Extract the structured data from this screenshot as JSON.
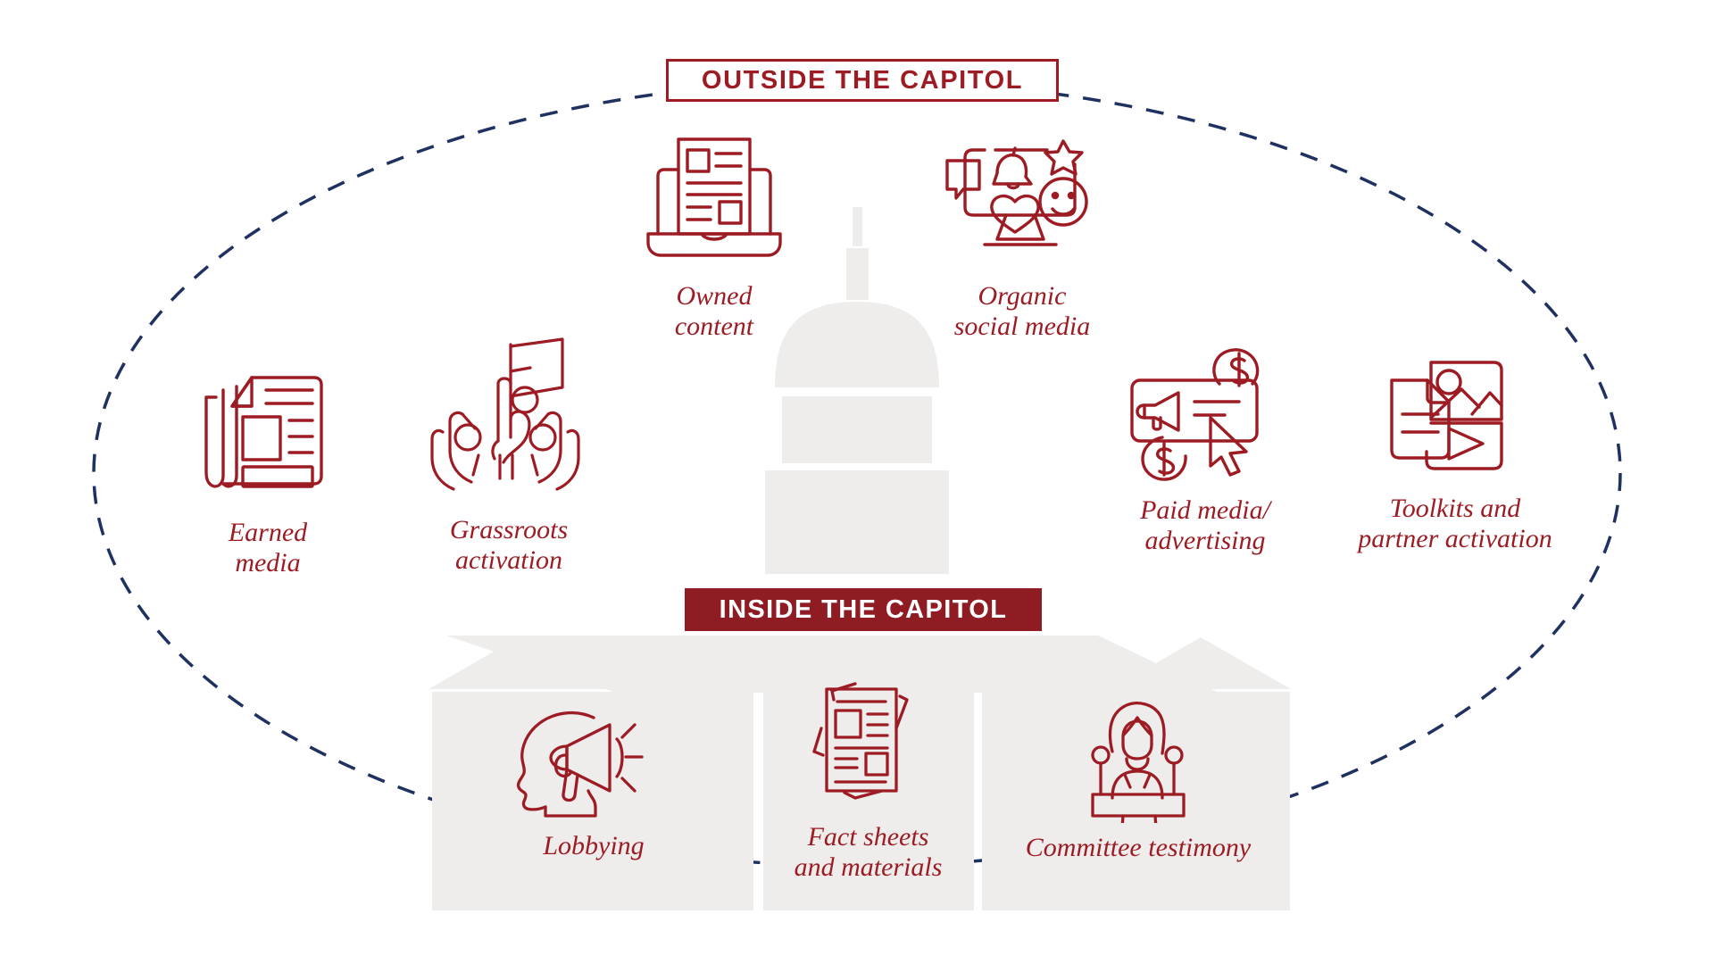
{
  "colors": {
    "brand_red": "#9d1c24",
    "banner_fill": "#8e1c22",
    "building_gray": "#eeedeb",
    "dashed_navy": "#1f3160",
    "background": "#ffffff"
  },
  "banners": {
    "outside": "OUTSIDE THE CAPITOL",
    "inside": "INSIDE THE CAPITOL"
  },
  "outside": {
    "items": [
      {
        "id": "earned-media",
        "label": "Earned\nmedia",
        "icon": "newspaper-icon"
      },
      {
        "id": "grassroots",
        "label": "Grassroots\nactivation",
        "icon": "hands-flag-icon"
      },
      {
        "id": "owned-content",
        "label": "Owned\ncontent",
        "icon": "laptop-document-icon"
      },
      {
        "id": "organic-social",
        "label": "Organic\nsocial media",
        "icon": "monitor-social-icon"
      },
      {
        "id": "paid-media",
        "label": "Paid media/\nadvertising",
        "icon": "megaphone-ad-icon"
      },
      {
        "id": "toolkits",
        "label": "Toolkits and\npartner activation",
        "icon": "media-kit-icon"
      }
    ]
  },
  "inside": {
    "items": [
      {
        "id": "lobbying",
        "label": "Lobbying",
        "icon": "head-megaphone-icon"
      },
      {
        "id": "fact-sheets",
        "label": "Fact sheets\nand materials",
        "icon": "documents-stack-icon"
      },
      {
        "id": "committee-testimony",
        "label": "Committee testimony",
        "icon": "witness-podium-icon"
      }
    ]
  },
  "building": {
    "name": "capitol-building",
    "parts": [
      "spire",
      "finial",
      "dome",
      "drum",
      "base",
      "left-wing",
      "center-wing",
      "right-wing"
    ]
  },
  "boundary": {
    "name": "dashed-ellipse-boundary",
    "style": "dashed",
    "color": "#1f3160"
  }
}
